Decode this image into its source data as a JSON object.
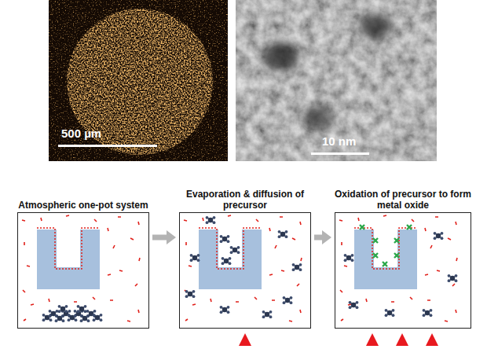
{
  "diagram": {
    "nodes": [
      {
        "text": [
          "Atmospheric one-pot system"
        ]
      },
      {
        "text": [
          "Evaporation & diffusion of precursor"
        ]
      },
      {
        "text": [
          "Oxidation of precursor to form metal oxide"
        ]
      }
    ],
    "edges": [
      {
        "from": 0,
        "to": 1,
        "arrow": "to"
      },
      {
        "from": 1,
        "to": 2,
        "arrow": "to"
      }
    ],
    "labels": [
      "500 µm",
      "10 nm"
    ]
  }
}
